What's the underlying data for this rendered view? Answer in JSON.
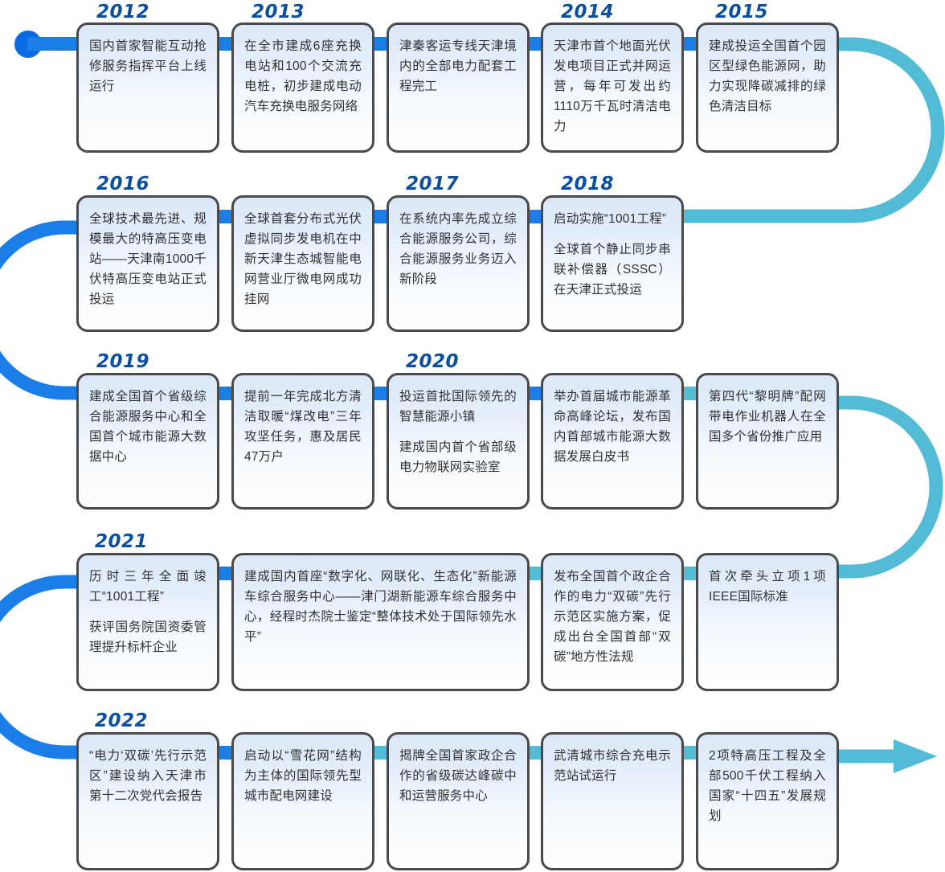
{
  "meta": {
    "title": "Tianjin Power Grid Development Timeline 2012-2022",
    "colors": {
      "year_label": "#0b4fa0",
      "connector_blue": "#1a7de8",
      "connector_teal": "#52bcd6",
      "start_dot": "#0a6ae6",
      "card_border": "#4a4a4a",
      "card_top": "#dbe8f8",
      "card_bottom": "#ffffff",
      "body_text": "#303030"
    }
  },
  "rows": [
    {
      "id": "row-1",
      "cards": [
        {
          "year": "2012",
          "paragraphs": [
            "国内首家智能互动抢修服务指挥平台上线运行"
          ]
        },
        {
          "year": "2013",
          "paragraphs": [
            "在全市建成6座充换电站和100个交流充电桩，初步建成电动汽车充换电服务网络"
          ]
        },
        {
          "year": "",
          "paragraphs": [
            "津秦客运专线天津境内的全部电力配套工程完工"
          ]
        },
        {
          "year": "2014",
          "paragraphs": [
            "天津市首个地面光伏发电项目正式并网运营，每年可发出约1110万千瓦时清洁电力"
          ]
        },
        {
          "year": "2015",
          "paragraphs": [
            "建成投运全国首个园区型绿色能源网，助力实现降碳减排的绿色清洁目标"
          ]
        }
      ]
    },
    {
      "id": "row-2",
      "cards": [
        {
          "year": "2016",
          "paragraphs": [
            "全球技术最先进、规模最大的特高压变电站——天津南1000千伏特高压变电站正式投运"
          ]
        },
        {
          "year": "",
          "paragraphs": [
            "全球首套分布式光伏虚拟同步发电机在中新天津生态城智能电网营业厅微电网成功挂网"
          ]
        },
        {
          "year": "2017",
          "paragraphs": [
            "在系统内率先成立综合能源服务公司，综合能源服务业务迈入新阶段"
          ]
        },
        {
          "year": "2018",
          "paragraphs": [
            "启动实施“1001工程”",
            "全球首个静止同步串联补偿器（SSSC）在天津正式投运"
          ]
        }
      ]
    },
    {
      "id": "row-3",
      "cards": [
        {
          "year": "2019",
          "paragraphs": [
            "建成全国首个省级综合能源服务中心和全国首个城市能源大数据中心"
          ]
        },
        {
          "year": "",
          "paragraphs": [
            "提前一年完成北方清洁取暖“煤改电”三年攻坚任务，惠及居民47万户"
          ]
        },
        {
          "year": "2020",
          "paragraphs": [
            "投运首批国际领先的智慧能源小镇",
            "建成国内首个省部级电力物联网实验室"
          ]
        },
        {
          "year": "",
          "paragraphs": [
            "举办首届城市能源革命高峰论坛，发布国内首部城市能源大数据发展白皮书"
          ]
        },
        {
          "year": "",
          "paragraphs": [
            "第四代“黎明牌”配网带电作业机器人在全国多个省份推广应用"
          ]
        }
      ]
    },
    {
      "id": "row-4",
      "cards": [
        {
          "year": "2021",
          "paragraphs": [
            "历时三年全面竣工“1001工程”",
            "获评国务院国资委管理提升标杆企业"
          ]
        },
        {
          "year": "",
          "paragraphs": [
            "建成国内首座“数字化、网联化、生态化”新能源车综合服务中心——津门湖新能源车综合服务中心，经程时杰院士鉴定“整体技术处于国际领先水平”"
          ]
        },
        {
          "year": "",
          "paragraphs": [
            "发布全国首个政企合作的电力“双碳”先行示范区实施方案，促成出台全国首部“双碳”地方性法规"
          ]
        },
        {
          "year": "",
          "paragraphs": [
            "首次牵头立项1项IEEE国际标准"
          ]
        }
      ]
    },
    {
      "id": "row-5",
      "cards": [
        {
          "year": "2022",
          "paragraphs": [
            "“电力‘双碳’先行示范区”建设纳入天津市第十二次党代会报告"
          ]
        },
        {
          "year": "",
          "paragraphs": [
            "启动以“雪花网”结构为主体的国际领先型城市配电网建设"
          ]
        },
        {
          "year": "",
          "paragraphs": [
            "揭牌全国首家政企合作的省级碳达峰碳中和运营服务中心"
          ]
        },
        {
          "year": "",
          "paragraphs": [
            "武清城市综合充电示范站试运行"
          ]
        },
        {
          "year": "",
          "paragraphs": [
            "2项特高压工程及全部500千伏工程纳入国家“十四五”发展规划"
          ]
        }
      ]
    }
  ]
}
